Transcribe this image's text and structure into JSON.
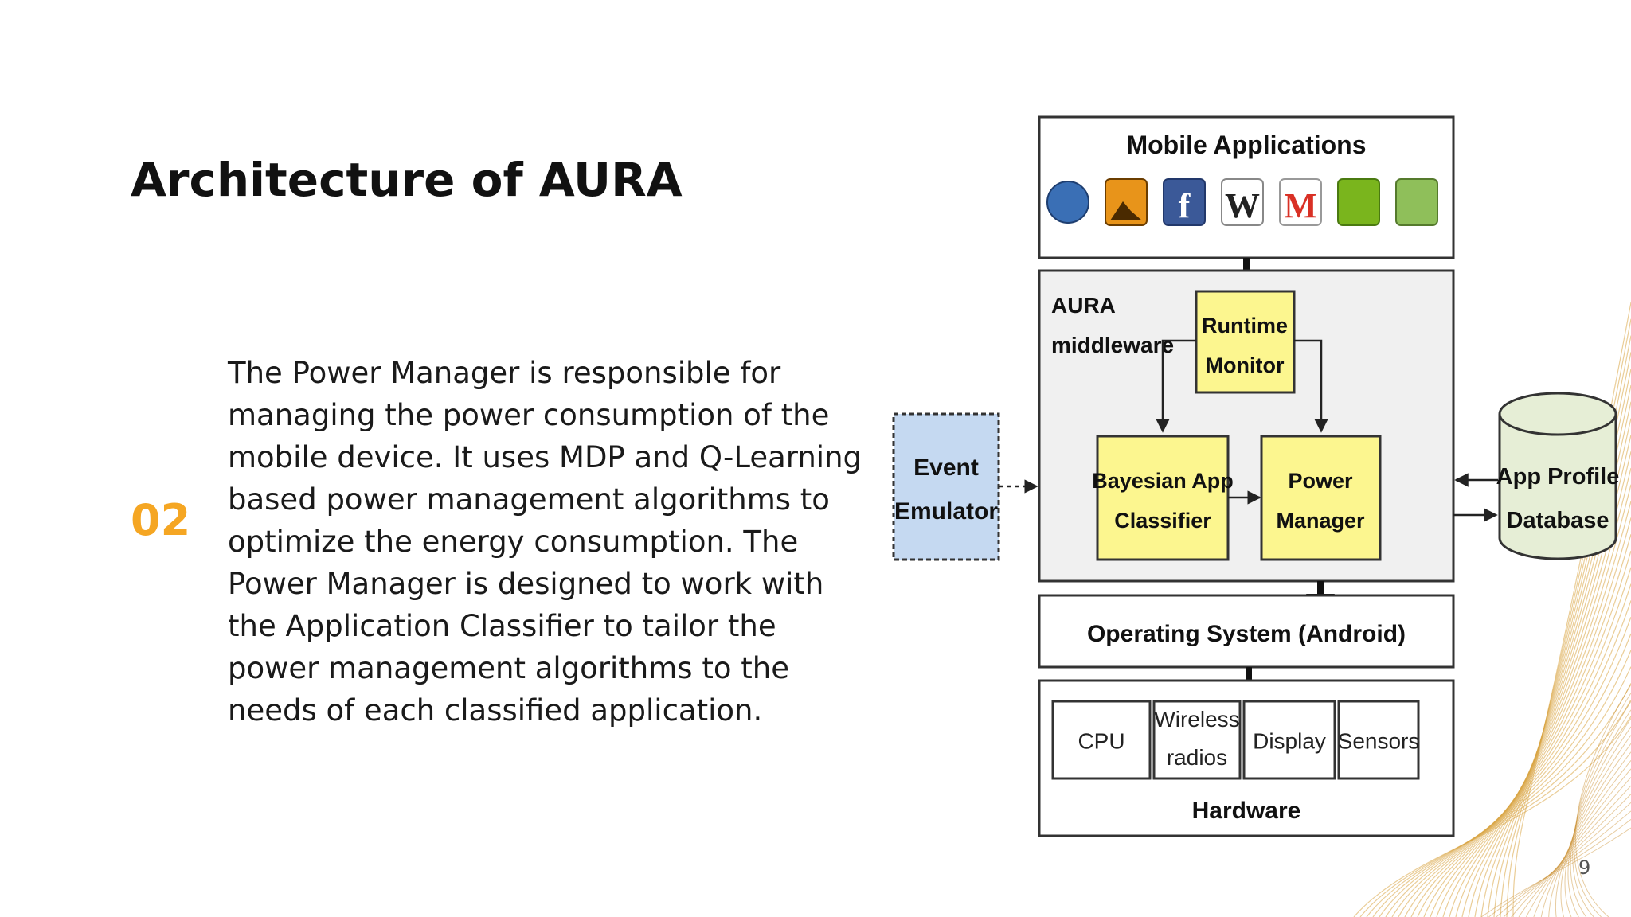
{
  "slide": {
    "title": "Architecture of AURA",
    "number": "02",
    "body": "The Power Manager is responsible for managing the power consumption of the mobile device. It uses MDP and Q-Learning based power management algorithms to optimize the energy consumption. The Power Manager is designed to work with the Application Classifier to tailor the power management algorithms to the needs of each classified application.",
    "page_number": "9"
  },
  "colors": {
    "accent": "#f5a623",
    "yellow_box": "#fcf68f",
    "blue_box": "#c5d9f1",
    "db_fill": "#e6eed6",
    "middleware_bg": "#f0f0f0"
  },
  "diagram": {
    "mobile_apps": {
      "label": "Mobile Applications",
      "icons": [
        "globe-icon",
        "photo-icon",
        "facebook-icon",
        "wikipedia-icon",
        "gmail-icon",
        "chat-icon",
        "market-icon"
      ],
      "icon_glyphs": [
        "",
        "",
        "f",
        "W",
        "M",
        "",
        ""
      ]
    },
    "middleware": {
      "label_line1": "AURA",
      "label_line2": "middleware",
      "runtime_monitor": [
        "Runtime",
        "Monitor"
      ],
      "bayesian_classifier": [
        "Bayesian App",
        "Classifier"
      ],
      "power_manager": [
        "Power",
        "Manager"
      ]
    },
    "event_emulator": [
      "Event",
      "Emulator"
    ],
    "app_profile_db": [
      "App Profile",
      "Database"
    ],
    "operating_system": "Operating System (Android)",
    "hardware": {
      "label": "Hardware",
      "components": [
        [
          "CPU"
        ],
        [
          "Wireless",
          "radios"
        ],
        [
          "Display"
        ],
        [
          "Sensors"
        ]
      ]
    }
  }
}
